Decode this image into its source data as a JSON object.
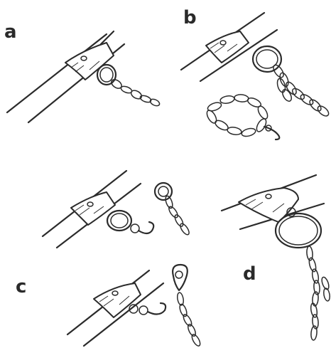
{
  "labels": {
    "a": "a",
    "b": "b",
    "c": "c",
    "d": "d"
  },
  "colors": {
    "ink": "#2b2b2b",
    "paper": "#ffffff"
  }
}
